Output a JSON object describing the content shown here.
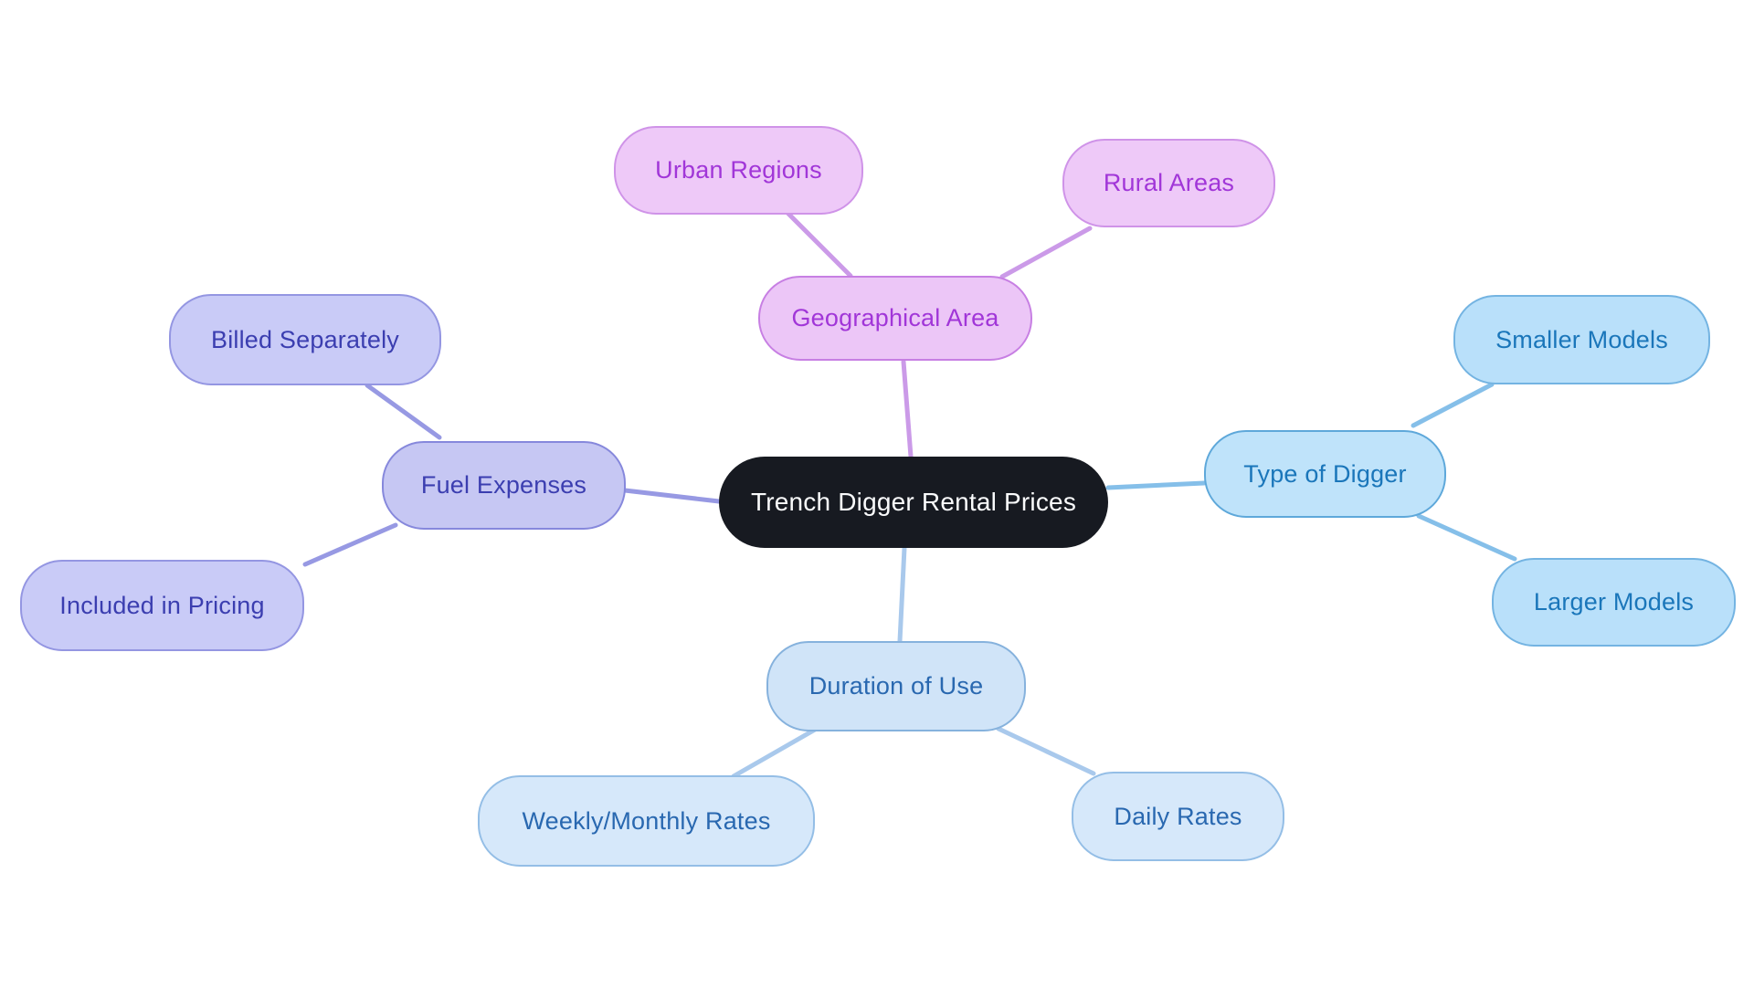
{
  "diagram": {
    "type": "mindmap",
    "root": {
      "id": "trench-digger-rental-prices",
      "label": "Trench Digger Rental Prices",
      "branches": [
        {
          "id": "geographical-area",
          "label": "Geographical Area",
          "children": [
            {
              "id": "urban-regions",
              "label": "Urban Regions"
            },
            {
              "id": "rural-areas",
              "label": "Rural Areas"
            }
          ]
        },
        {
          "id": "fuel-expenses",
          "label": "Fuel Expenses",
          "children": [
            {
              "id": "billed-separately",
              "label": "Billed Separately"
            },
            {
              "id": "included-in-pricing",
              "label": "Included in Pricing"
            }
          ]
        },
        {
          "id": "type-of-digger",
          "label": "Type of Digger",
          "children": [
            {
              "id": "smaller-models",
              "label": "Smaller Models"
            },
            {
              "id": "larger-models",
              "label": "Larger Models"
            }
          ]
        },
        {
          "id": "duration-of-use",
          "label": "Duration of Use",
          "children": [
            {
              "id": "weekly-monthly-rates",
              "label": "Weekly/Monthly Rates"
            },
            {
              "id": "daily-rates",
              "label": "Daily Rates"
            }
          ]
        }
      ]
    }
  },
  "palette": {
    "canvas_bg": "#ffffff",
    "center": {
      "fill": "#171a21",
      "text": "#fafbfc"
    },
    "geo": {
      "fill": "#ecc6f7",
      "border": "#c77fe3",
      "child_fill": "#eec9f8",
      "child_border": "#cf93e8",
      "text": "#a136d8",
      "line": "#cb9ae8"
    },
    "fuel": {
      "fill": "#c6c7f3",
      "border": "#8688dc",
      "child_fill": "#c9cbf7",
      "child_border": "#9496e2",
      "text": "#3b3eb0",
      "line": "#9799e3"
    },
    "type": {
      "fill": "#bfe3fa",
      "border": "#5ea8da",
      "child_fill": "#b9e0fa",
      "child_border": "#74b4e2",
      "text": "#1a76ba",
      "line": "#85bfe9"
    },
    "duration": {
      "fill": "#d0e4f8",
      "border": "#86b2dd",
      "child_fill": "#d6e8fa",
      "child_border": "#94bee6",
      "text": "#2968b0",
      "line": "#a9c9ec"
    }
  }
}
